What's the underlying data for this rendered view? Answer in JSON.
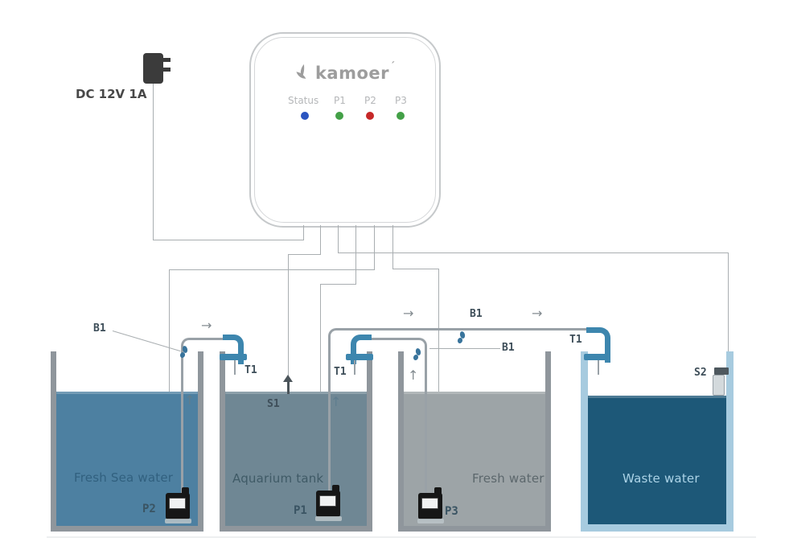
{
  "power": {
    "label": "DC 12V 1A"
  },
  "controller": {
    "brand": "kamoer",
    "logo_accent": "´",
    "leds": [
      {
        "label": "Status",
        "color": "#2b55c0"
      },
      {
        "label": "P1",
        "color": "#43a047"
      },
      {
        "label": "P2",
        "color": "#c62828"
      },
      {
        "label": "P3",
        "color": "#43a047"
      }
    ]
  },
  "tanks": [
    {
      "label": "Fresh Sea water",
      "water_color": "#4d80a1",
      "wall_color": "#8f969c",
      "label_color": "#31607f"
    },
    {
      "label": "Aquarium tank",
      "water_color": "#6f8794",
      "wall_color": "#8f969c",
      "label_color": "#3f5a66"
    },
    {
      "label": "Fresh water",
      "water_color": "#9da4a7",
      "wall_color": "#8f969c",
      "label_color": "#5c676c"
    },
    {
      "label": "Waste water",
      "water_color": "#1d5878",
      "wall_color": "#a7cbdf",
      "label_color": "#abd3e7"
    }
  ],
  "labels": {
    "b1": "B1",
    "t1": "T1",
    "s1": "S1",
    "s2": "S2",
    "p1": "P1",
    "p2": "P2",
    "p3": "P3",
    "arrow_right": "→",
    "arrow_up": "↑"
  }
}
